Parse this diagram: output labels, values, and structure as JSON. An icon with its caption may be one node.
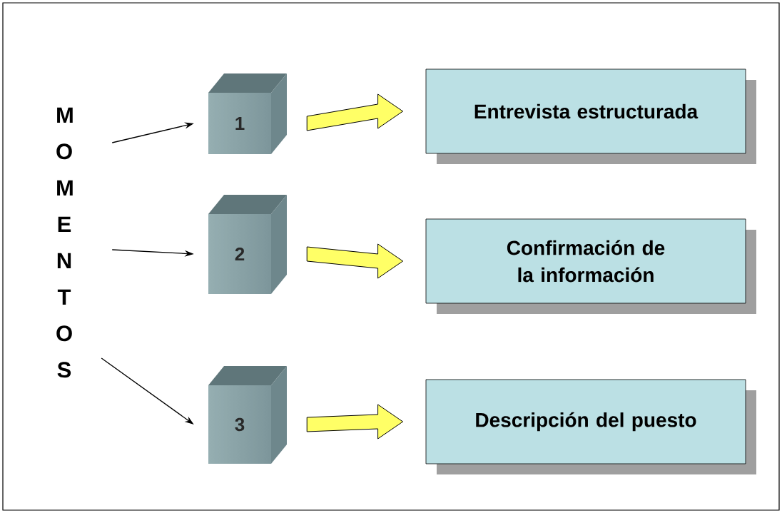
{
  "diagram": {
    "nodes": [
      {
        "text": [
          "MOMENTOS"
        ]
      },
      {
        "text": [
          "1"
        ]
      },
      {
        "text": [
          "2"
        ]
      },
      {
        "text": [
          "3"
        ]
      },
      {
        "text": [
          "Entrevista estructurada"
        ]
      },
      {
        "text": [
          "Confirmación de la información"
        ]
      },
      {
        "text": [
          "Descripción del puesto"
        ]
      }
    ],
    "edges": [
      {
        "from": 0,
        "to": 1,
        "arrow": "to"
      },
      {
        "from": 0,
        "to": 2,
        "arrow": "to"
      },
      {
        "from": 0,
        "to": 3,
        "arrow": "to"
      },
      {
        "from": 1,
        "to": 4,
        "arrow": "to",
        "style": "thick",
        "color": "#ffff66"
      },
      {
        "from": 2,
        "to": 5,
        "arrow": "to",
        "style": "thick",
        "color": "#ffff66"
      },
      {
        "from": 3,
        "to": 6,
        "arrow": "to",
        "style": "thick",
        "color": "#ffff66"
      }
    ]
  }
}
